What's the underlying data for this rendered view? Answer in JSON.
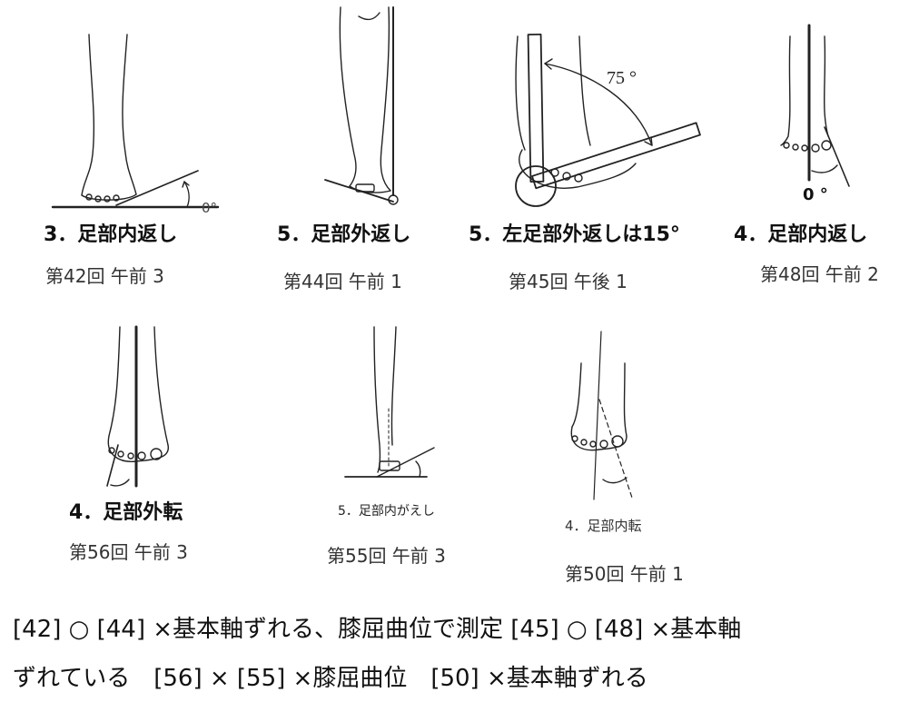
{
  "figures": [
    {
      "caption": "3．足部内返し",
      "exam": "第42回 午前 3",
      "angle_label": "0°"
    },
    {
      "caption": "5．足部外返し",
      "exam": "第44回 午前 1"
    },
    {
      "caption": "5．左足部外返しは15°",
      "exam": "第45回 午後 1",
      "angle_label": "75 °"
    },
    {
      "caption": "4．足部内返し",
      "exam": "第48回 午前 2",
      "angle_label": "0 °"
    },
    {
      "caption": "4．足部外転",
      "exam": "第56回 午前 3"
    },
    {
      "caption": "5．足部内がえし",
      "exam": "第55回 午前 3"
    },
    {
      "caption": "4．足部内転",
      "exam": "第50回 午前 1"
    }
  ],
  "notes": {
    "line1": "[42] ○ [44] ×基本軸ずれる、膝屈曲位で測定 [45] ○ [48] ×基本軸",
    "line2": "ずれている　[56] ×  [55] ×膝屈曲位　[50] ×基本軸ずれる"
  }
}
